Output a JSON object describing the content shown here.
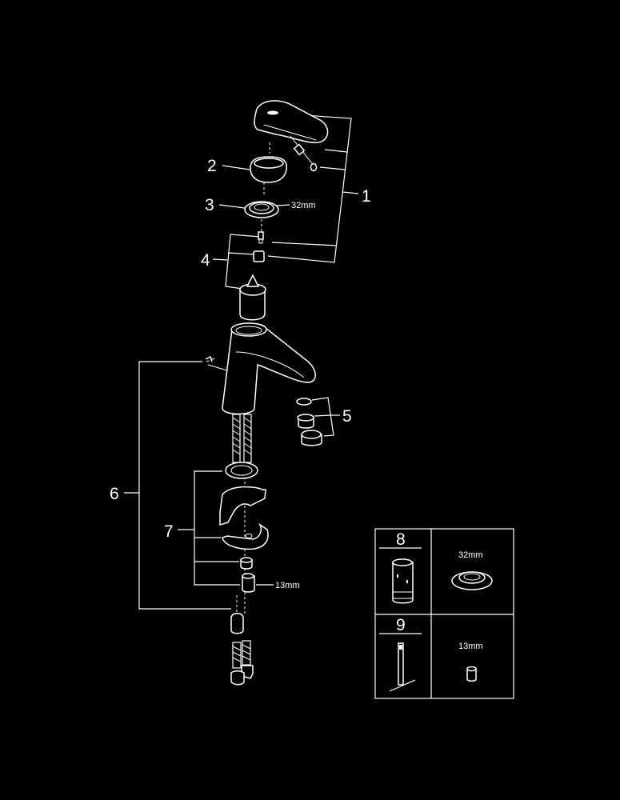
{
  "diagram": {
    "title": "Exploded view of single-lever basin mixer",
    "background": "#000000",
    "line_color": "#ffffff",
    "callouts": [
      {
        "id": "1",
        "label": "1",
        "part": "lever handle with set screw and cap"
      },
      {
        "id": "2",
        "label": "2",
        "part": "escutcheon cap"
      },
      {
        "id": "3",
        "label": "3",
        "part": "cartridge retaining nut",
        "dimension": "32mm"
      },
      {
        "id": "4",
        "label": "4",
        "part": "cartridge with adapter and screw"
      },
      {
        "id": "5",
        "label": "5",
        "part": "aerator set"
      },
      {
        "id": "6",
        "label": "6",
        "part": "mixer body with pop-up rod"
      },
      {
        "id": "7",
        "label": "7",
        "part": "mounting set",
        "dimension": "13mm"
      }
    ],
    "dimensions": {
      "nut_3": "32mm",
      "nut_7": "13mm"
    },
    "tool_table": {
      "rows": [
        {
          "number": "8",
          "tool": "cartridge socket",
          "item_dimension": "32mm"
        },
        {
          "number": "9",
          "tool": "T-wrench",
          "item_dimension": "13mm"
        }
      ]
    }
  }
}
